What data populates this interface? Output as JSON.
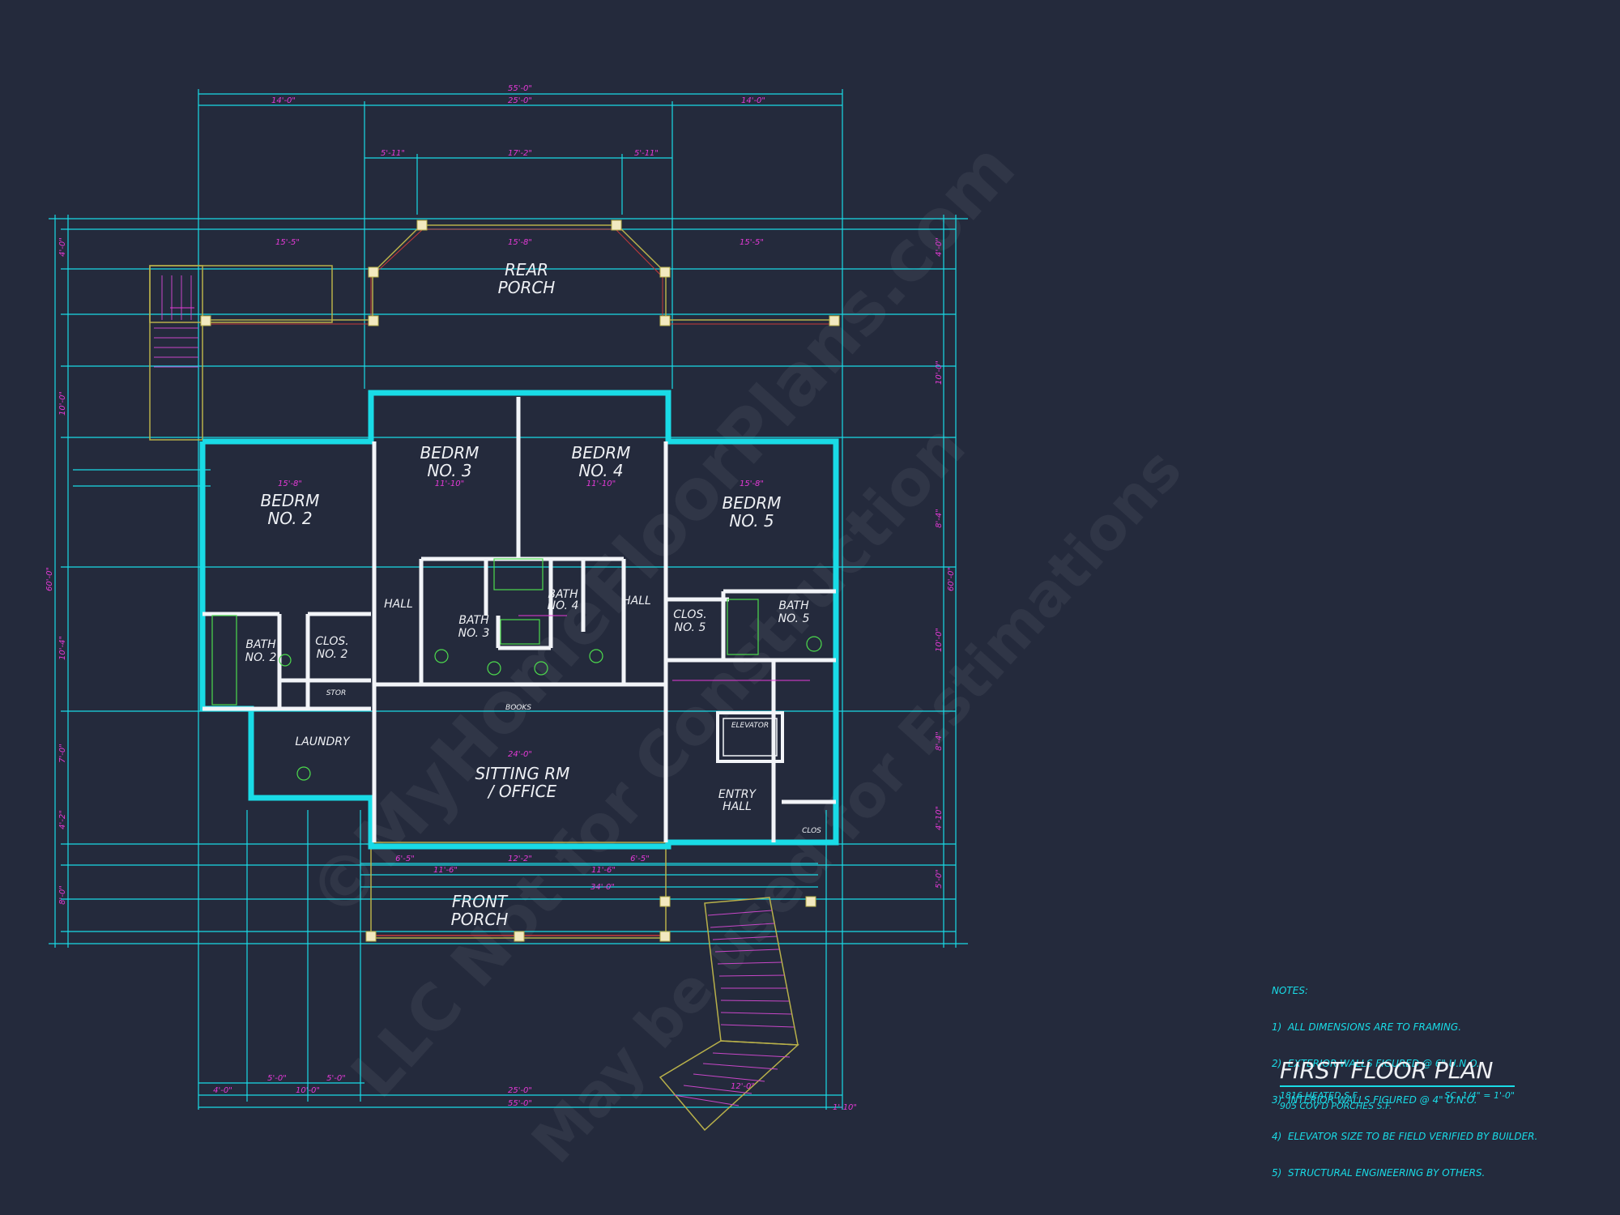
{
  "watermark": {
    "line1": "©MyHomeFloorPlans.com",
    "line2": "LLC Not for Construction",
    "line3": "May be used for Estimations"
  },
  "rooms": {
    "rear_porch": [
      "REAR",
      "PORCH"
    ],
    "bedrm2": [
      "BEDRM",
      "NO. 2"
    ],
    "bedrm3": [
      "BEDRM",
      "NO. 3"
    ],
    "bedrm4": [
      "BEDRM",
      "NO. 4"
    ],
    "bedrm5": [
      "BEDRM",
      "NO. 5"
    ],
    "sitting": [
      "SITTING RM",
      "/ OFFICE"
    ],
    "front_porch": [
      "FRONT",
      "PORCH"
    ],
    "bath2": [
      "BATH",
      "NO. 2"
    ],
    "clos2": [
      "CLOS.",
      "NO. 2"
    ],
    "bath3": [
      "BATH",
      "NO. 3"
    ],
    "bath4": [
      "BATH",
      "NO. 4"
    ],
    "clos5": [
      "CLOS.",
      "NO. 5"
    ],
    "bath5": [
      "BATH",
      "NO. 5"
    ],
    "hall_left": "HALL",
    "hall_right": "HALL",
    "laundry": "LAUNDRY",
    "entry_hall": [
      "ENTRY",
      "HALL"
    ],
    "elevator": "ELEVATOR",
    "books": "BOOKS",
    "stor": "STOR",
    "clos": "CLOS"
  },
  "dimensions": {
    "top_total": "55'-0\"",
    "top_left": "14'-0\"",
    "top_mid": "25'-0\"",
    "top_right": "14'-0\"",
    "porch_left": "5'-11\"",
    "porch_mid": "17'-2\"",
    "porch_right": "5'-11\"",
    "rear_porch_width": "15'-8\"",
    "left_wing": "15'-5\"",
    "right_wing": "15'-5\"",
    "bedrm2_w": "15'-8\"",
    "bedrm3_w": "11'-10\"",
    "bedrm4_w": "11'-10\"",
    "bedrm5_w": "15'-8\"",
    "sitting_w": "24'-0\"",
    "bottom_total": "55'-0\"",
    "bottom_mid": "25'-0\"",
    "bottom_a": "4'-0\"",
    "bottom_b": "5'-0\"",
    "bottom_c": "10'-0\"",
    "bottom_d": "5'-0\"",
    "front_a": "6'-5\"",
    "front_b": "11'-6\"",
    "front_c": "12'-2\"",
    "front_d": "11'-6\"",
    "front_e": "6'-5\"",
    "front_porch_w": "34'-0\"",
    "stair_w": "12'-0\"",
    "left_total": "60'-0\"",
    "right_total": "60'-0\"",
    "left_a": "4'-0\"",
    "left_b": "10'-0\"",
    "left_c": "10'-4\"",
    "left_d": "7'-0\"",
    "left_e": "4'-2\"",
    "left_f": "8'-0\"",
    "right_a": "4'-0\"",
    "right_b": "10'-0\"",
    "right_c": "8'-4\"",
    "right_d": "10'-0\"",
    "right_e": "8'-4\"",
    "right_f": "4'-10\"",
    "right_g": "5'-0\"",
    "ext_right": "1'-10\""
  },
  "notes": {
    "title": "NOTES:",
    "items": [
      "1)  ALL DIMENSIONS ARE TO FRAMING.",
      "2)  EXTERIOR WALLS FIGURED @ 6\" U.N.O.",
      "3)  INTERIOR WALLS FIGURED @ 4\" U.N.O.",
      "4)  ELEVATOR SIZE TO BE FIELD VERIFIED BY BUILDER.",
      "5)  STRUCTURAL ENGINEERING BY OTHERS."
    ]
  },
  "title_block": {
    "title": "FIRST FLOOR PLAN",
    "heated": "1816 HEATED S.F.",
    "porches": "905 COV'D PORCHES S.F.",
    "scale": "SC. 1/4\" = 1'-0\""
  }
}
